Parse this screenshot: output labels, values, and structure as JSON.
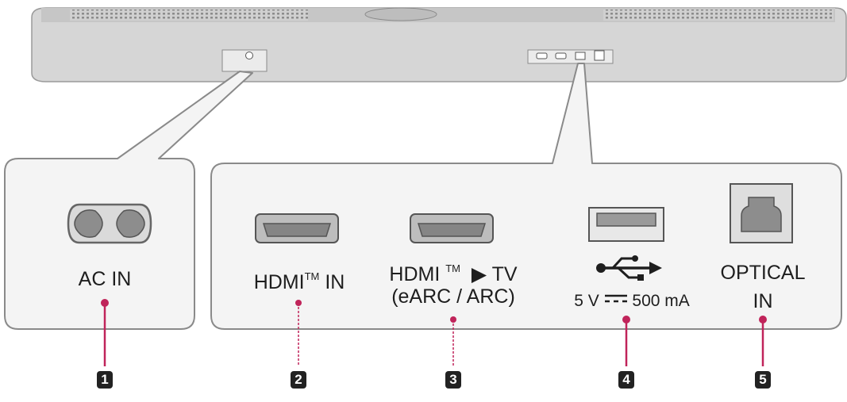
{
  "ports": [
    {
      "number": "1",
      "label": "AC IN"
    },
    {
      "number": "2",
      "label": "HDMI",
      "tm": "TM",
      "label_suffix": "IN"
    },
    {
      "number": "3",
      "label": "HDMI",
      "tm": "TM",
      "label_suffix": "▶ TV",
      "label_line2": "(eARC / ARC)"
    },
    {
      "number": "4",
      "usb_icon": "usb-trident-icon",
      "label": "5 V",
      "dc_symbol": "dc-current-icon",
      "label_suffix": "500 mA"
    },
    {
      "number": "5",
      "label": "OPTICAL",
      "label_line2": "IN"
    }
  ],
  "colors": {
    "leader_line": "#c0245a",
    "panel_fill": "#f4f4f4",
    "panel_stroke": "#8a8a8a",
    "soundbar_body": "#d6d6d6",
    "port_gray": "#858585",
    "badge": "#222222"
  }
}
